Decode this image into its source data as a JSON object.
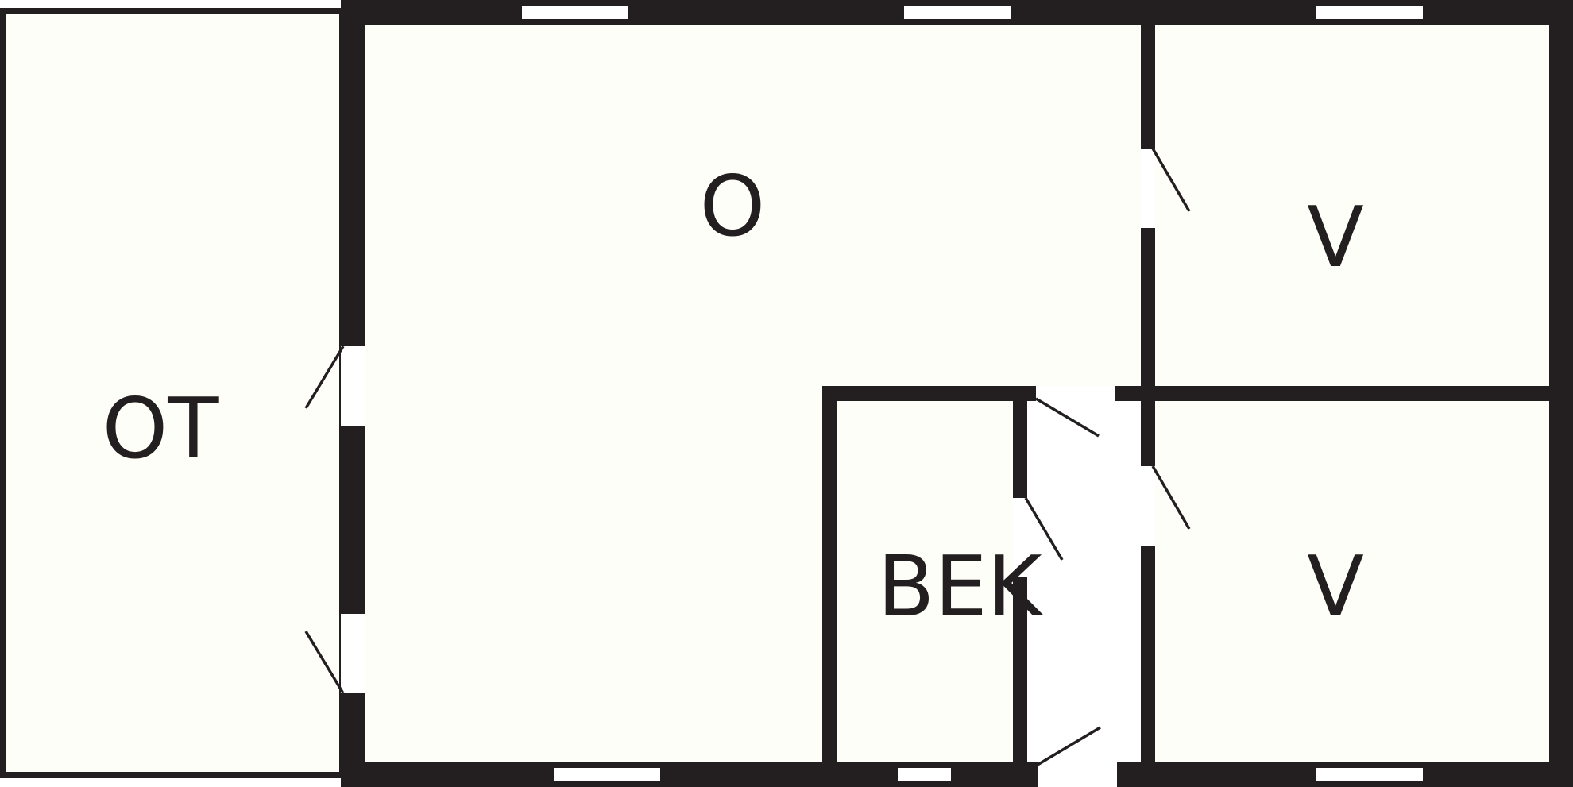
{
  "plan": {
    "colors": {
      "wall": "#231f20",
      "floor": "#fefef8",
      "window_pane": "#ffffff",
      "opening": "#ffffff"
    },
    "rooms": {
      "terrace": {
        "label": "OT"
      },
      "living": {
        "label": "O"
      },
      "bedroom_top": {
        "label": "V"
      },
      "bedroom_bottom": {
        "label": "V"
      },
      "bathroom": {
        "label": "BEK"
      }
    }
  }
}
